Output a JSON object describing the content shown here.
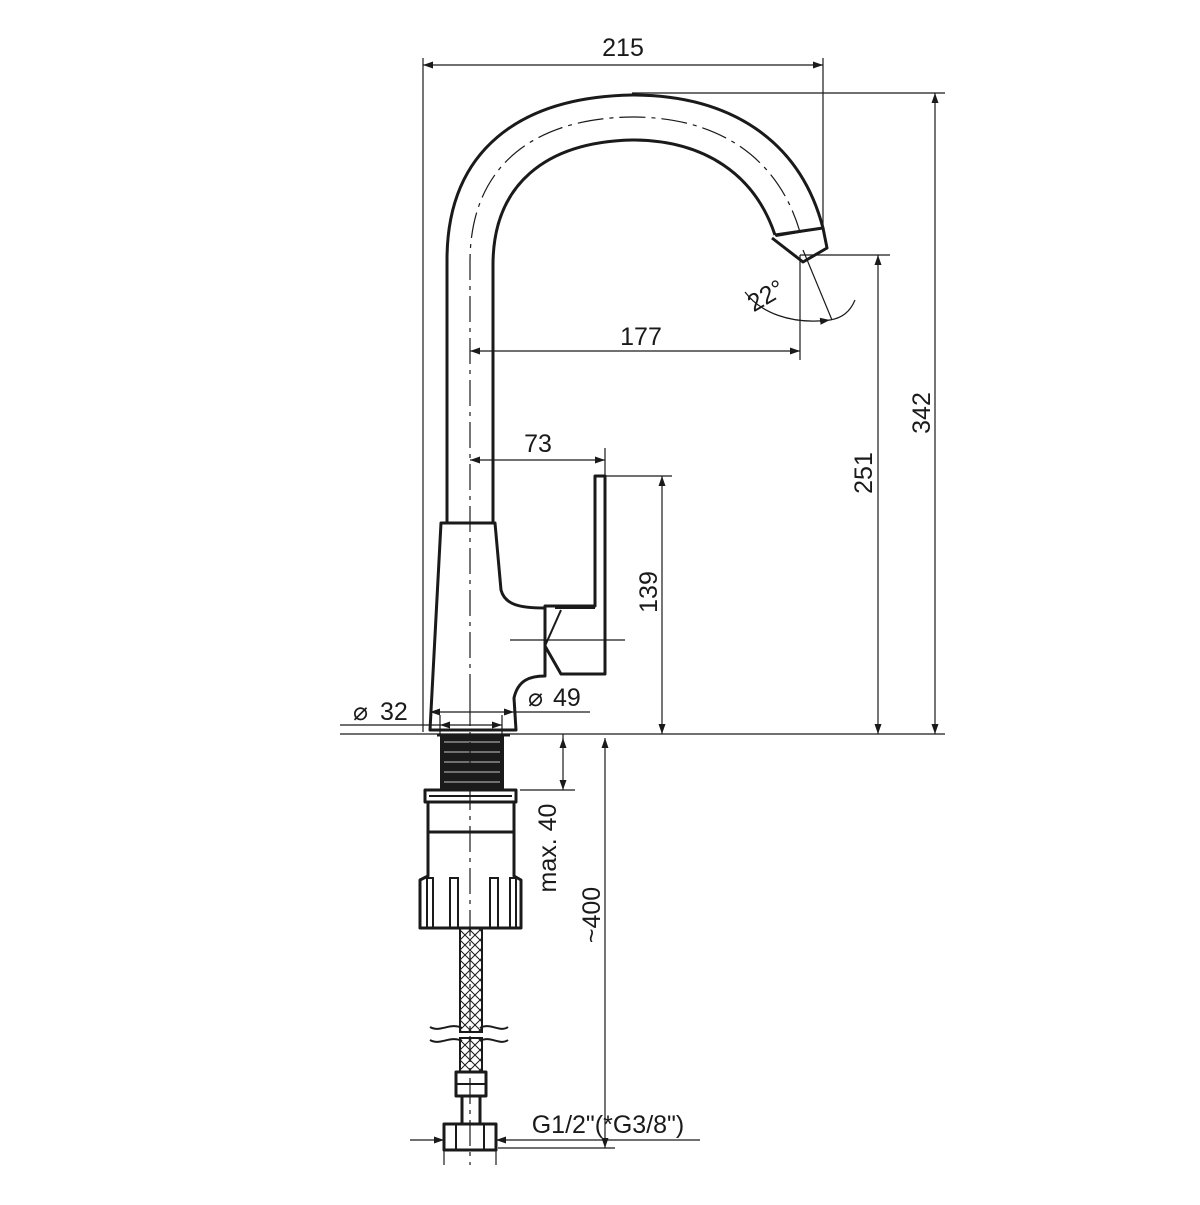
{
  "dimensions": {
    "total_width": "215",
    "total_height": "342",
    "spout_height": "251",
    "spout_reach": "177",
    "lever_offset": "73",
    "lever_height": "139",
    "base_diameter": "32",
    "body_diameter": "49",
    "spout_angle": "22°",
    "max_thickness": "max. 40",
    "hose_length": "~400",
    "connection_thread": "G1/2\"(*G3/8\")"
  },
  "symbols": {
    "diameter_symbol": "⌀"
  },
  "colors": {
    "line": "#1a1a1a",
    "background": "#ffffff"
  }
}
